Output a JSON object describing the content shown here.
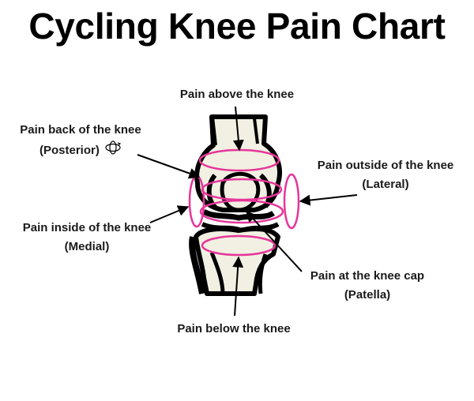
{
  "title": "Cycling Knee Pain Chart",
  "colors": {
    "highlight": "#e6369a",
    "outline": "#000000",
    "bone": "#f1f0e2"
  },
  "labels": {
    "above": "Pain above the knee",
    "back_line1": "Pain back of the knee",
    "back_line2": "(Posterior)",
    "outside_line1": "Pain outside of the knee",
    "outside_line2": "(Lateral)",
    "inside_line1": "Pain inside of the knee",
    "inside_line2": "(Medial)",
    "kneecap_line1": "Pain at the knee cap",
    "kneecap_line2": "(Patella)",
    "below": "Pain below the knee"
  },
  "icons": {
    "posterior": "rotate-icon",
    "knee": "knee-joint-illustration"
  }
}
